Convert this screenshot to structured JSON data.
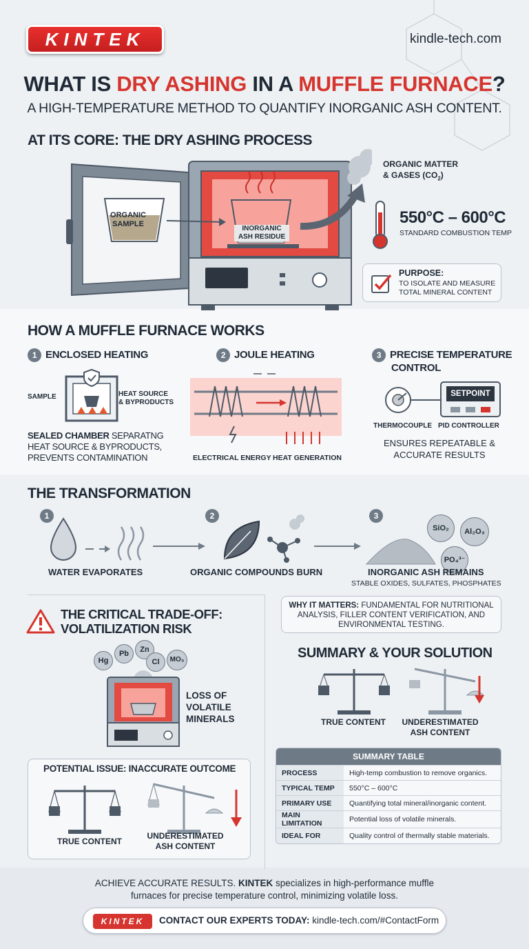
{
  "brand": {
    "logo_text": "KINTEK",
    "website": "kindle-tech.com"
  },
  "header": {
    "title_part1": "WHAT IS ",
    "title_part2": "DRY ASHING",
    "title_part3": " IN A ",
    "title_part4": "MUFFLE FURNACE",
    "title_part5": "?",
    "subtitle": "A HIGH-TEMPERATURE METHOD TO QUANTIFY INORGANIC ASH CONTENT."
  },
  "core": {
    "title": "AT ITS CORE: THE DRY ASHING PROCESS",
    "sample_label": "ORGANIC SAMPLE",
    "residue_label": "INORGANIC ASH RESIDUE",
    "gases_label_1": "ORGANIC MATTER",
    "gases_label_2": "& GASES (CO",
    "gases_sub": "2",
    "gases_close": ")",
    "temp_range": "550°C – 600°C",
    "temp_caption": "STANDARD COMBUSTION TEMP",
    "purpose_title": "PURPOSE:",
    "purpose_text_1": "TO ISOLATE AND MEASURE",
    "purpose_text_2": "TOTAL MINERAL CONTENT"
  },
  "how": {
    "title": "HOW A MUFFLE FURNACE WORKS",
    "step1": {
      "num": "1",
      "title": "ENCLOSED HEATING",
      "sample_label": "SAMPLE",
      "heat_label_1": "HEAT SOURCE",
      "heat_label_2": "& BYPRODUCTS",
      "desc_bold": "SEALED CHAMBER",
      "desc_1": " SEPARATNG",
      "desc_2": "HEAT SOURCE & BYPRODUCTS,",
      "desc_3": "PREVENTS CONTAMINATION"
    },
    "step2": {
      "num": "2",
      "title": "JOULE HEATING",
      "energy_label": "ELECTRICAL ENERGY",
      "heat_label": "HEAT GENERATION"
    },
    "step3": {
      "num": "3",
      "title_1": "PRECISE TEMPERATURE",
      "title_2": "CONTROL",
      "display_label": "SETPOINT",
      "thermo_label": "THERMOCOUPLE",
      "pid_label": "PID CONTROLLER",
      "desc_1": "ENSURES REPEATABLE &",
      "desc_2": "ACCURATE RESULTS"
    }
  },
  "transform": {
    "title": "THE TRANSFORMATION",
    "step1": {
      "num": "1",
      "label": "WATER EVAPORATES"
    },
    "step2": {
      "num": "2",
      "label": "ORGANIC COMPOUNDS BURN"
    },
    "step3": {
      "num": "3",
      "label": "INORGANIC ASH REMAINS",
      "sub": "STABLE OXIDES, SULFATES, PHOSPHATES"
    },
    "bubbles": [
      "SiO₂",
      "Al₂O₃",
      "PO₄³⁻"
    ],
    "why_bold": "WHY IT MATTERS:",
    "why_1": " FUNDAMENTAL FOR NUTRITIONAL",
    "why_2": "ANALYSIS, FILLER CONTENT VERIFICATION, AND",
    "why_3": "ENVIRONMENTAL TESTING."
  },
  "tradeoff": {
    "title_1": "THE CRITICAL TRADE-OFF:",
    "title_2": "VOLATILIZATION RISK",
    "elements": [
      "Hg",
      "Pb",
      "Zn",
      "Cl",
      "MO₃"
    ],
    "loss_1": "LOSS OF",
    "loss_2": "VOLATILE",
    "loss_3": "MINERALS",
    "issue": "POTENTIAL ISSUE: INACCURATE OUTCOME",
    "true_label": "TRUE CONTENT",
    "under_1": "UNDERESTIMATED",
    "under_2": "ASH CONTENT"
  },
  "summary": {
    "title": "SUMMARY & YOUR SOLUTION",
    "true_label": "TRUE CONTENT",
    "under_1": "UNDERESTIMATED",
    "under_2": "ASH CONTENT",
    "table_title": "SUMMARY TABLE",
    "rows": [
      {
        "k": "PROCESS",
        "v": "High-temp combustion to remove organics."
      },
      {
        "k": "TYPICAL TEMP",
        "v": "550°C – 600°C"
      },
      {
        "k": "PRIMARY USE",
        "v": "Quantifying total mineral/inorganic content."
      },
      {
        "k": "MAIN LIMITATION",
        "v": "Potential loss of volatile minerals."
      },
      {
        "k": "IDEAL FOR",
        "v": "Quality control of thermally stable materials."
      }
    ]
  },
  "footer": {
    "line1_a": "ACHIEVE ACCURATE RESULTS. ",
    "line1_brand": "KINTEK",
    "line1_b": " specializes in high-performance muffle",
    "line2": "furnaces for precise temperature control, minimizing volatile loss.",
    "cta_logo": "KINTEK",
    "cta_bold": "CONTACT OUR EXPERTS TODAY:",
    "cta_link": " kindle-tech.com/#ContactForm"
  },
  "colors": {
    "accent_red": "#d5352e",
    "dark": "#1f2a36",
    "steel": "#6e7a86"
  }
}
